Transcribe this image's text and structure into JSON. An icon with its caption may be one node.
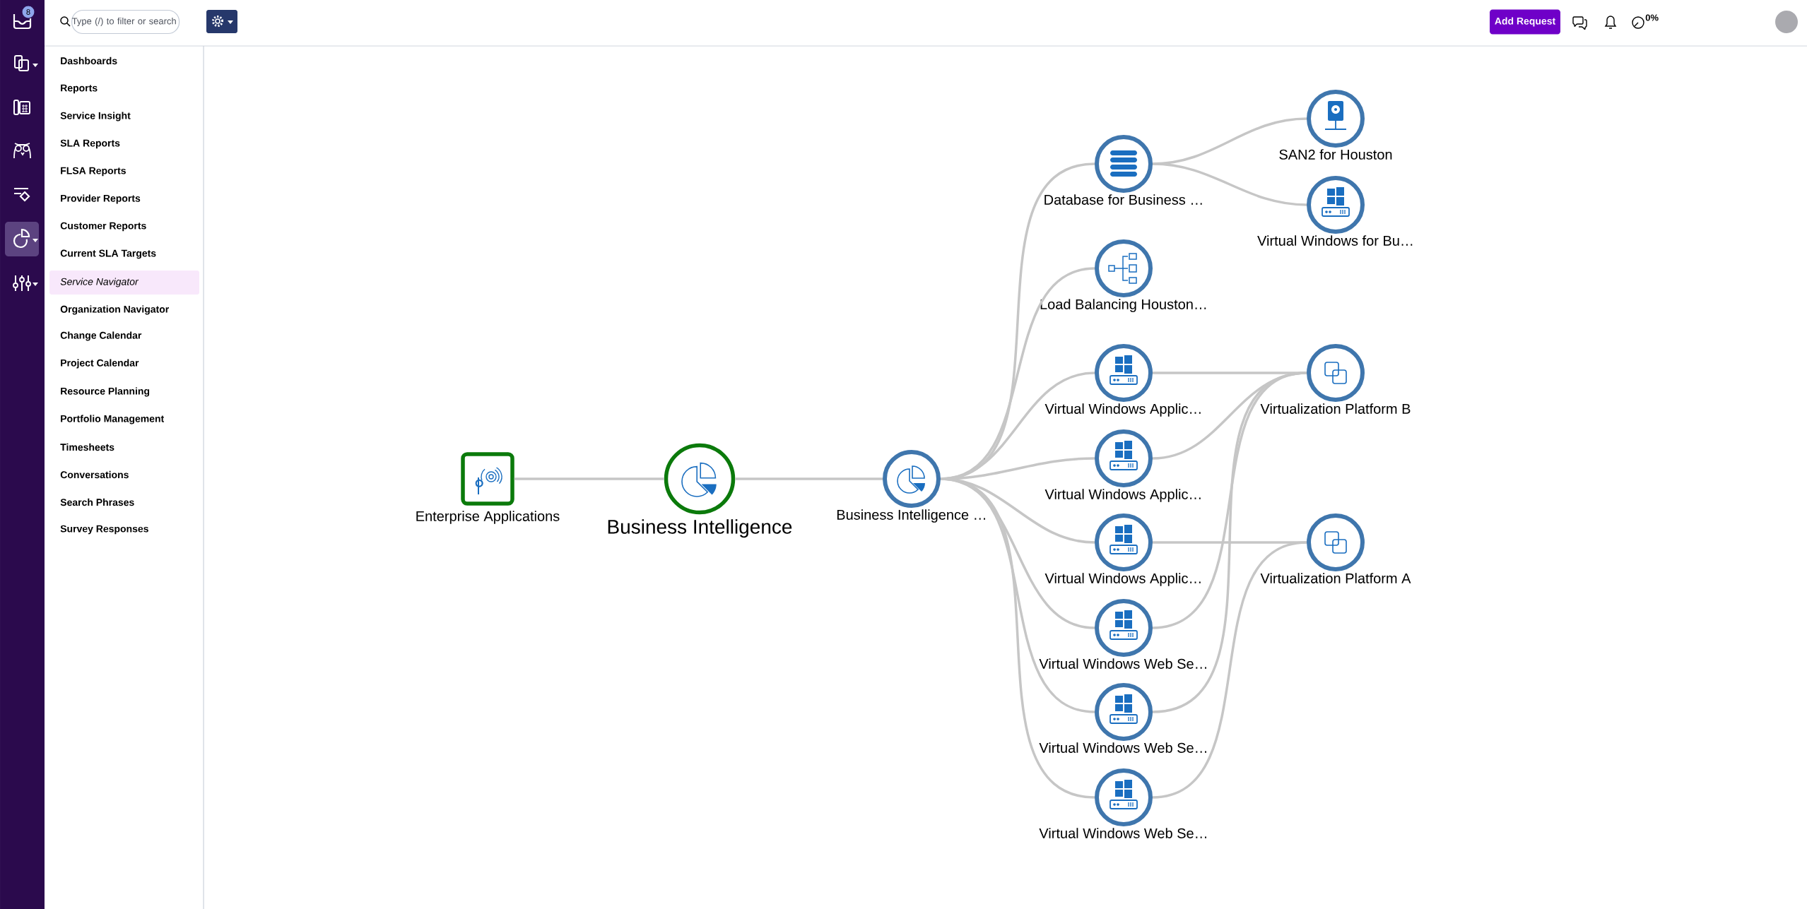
{
  "diagram": {
    "nodes": [
      {
        "text": [
          "Enterprise Applications"
        ]
      },
      {
        "text": [
          "Business Intelligence"
        ]
      },
      {
        "text": [
          "Business Intelligence …"
        ]
      },
      {
        "text": [
          "Database for Business …"
        ]
      },
      {
        "text": [
          "Load Balancing Houston…"
        ]
      },
      {
        "text": [
          "Virtual Windows Applic…"
        ]
      },
      {
        "text": [
          "Virtual Windows Applic…"
        ]
      },
      {
        "text": [
          "Virtual Windows Applic…"
        ]
      },
      {
        "text": [
          "Virtual Windows Web Se…"
        ]
      },
      {
        "text": [
          "Virtual Windows Web Se…"
        ]
      },
      {
        "text": [
          "Virtual Windows Web Se…"
        ]
      },
      {
        "text": [
          "SAN2 for Houston"
        ]
      },
      {
        "text": [
          "Virtual Windows for Bu…"
        ]
      },
      {
        "text": [
          "Virtualization Platform B"
        ]
      },
      {
        "text": [
          "Virtualization Platform A"
        ]
      }
    ],
    "edges": [
      {
        "from": 0,
        "to": 1,
        "arrow": "none"
      },
      {
        "from": 1,
        "to": 2,
        "arrow": "none"
      },
      {
        "from": 2,
        "to": 3,
        "arrow": "none"
      },
      {
        "from": 2,
        "to": 4,
        "arrow": "none"
      },
      {
        "from": 2,
        "to": 5,
        "arrow": "none"
      },
      {
        "from": 2,
        "to": 6,
        "arrow": "none"
      },
      {
        "from": 2,
        "to": 7,
        "arrow": "none"
      },
      {
        "from": 2,
        "to": 8,
        "arrow": "none"
      },
      {
        "from": 2,
        "to": 9,
        "arrow": "none"
      },
      {
        "from": 2,
        "to": 10,
        "arrow": "none"
      },
      {
        "from": 3,
        "to": 11,
        "arrow": "none"
      },
      {
        "from": 3,
        "to": 12,
        "arrow": "none"
      },
      {
        "from": 5,
        "to": 13,
        "arrow": "none"
      },
      {
        "from": 6,
        "to": 13,
        "arrow": "none"
      },
      {
        "from": 7,
        "to": 14,
        "arrow": "none"
      },
      {
        "from": 8,
        "to": 13,
        "arrow": "none"
      },
      {
        "from": 9,
        "to": 13,
        "arrow": "none"
      },
      {
        "from": 10,
        "to": 14,
        "arrow": "none"
      }
    ],
    "labels": [
      "8",
      "Type (/) to filter or search",
      "Add Request",
      "0%",
      "Dashboards",
      "Reports",
      "Service Insight",
      "SLA Reports",
      "FLSA Reports",
      "Provider Reports",
      "Customer Reports",
      "Current SLA Targets",
      "Service Navigator",
      "Organization Navigator",
      "Change Calendar",
      "Project Calendar",
      "Resource Planning",
      "Portfolio Management",
      "Timesheets",
      "Conversations",
      "Search Phrases",
      "Survey Responses"
    ]
  }
}
